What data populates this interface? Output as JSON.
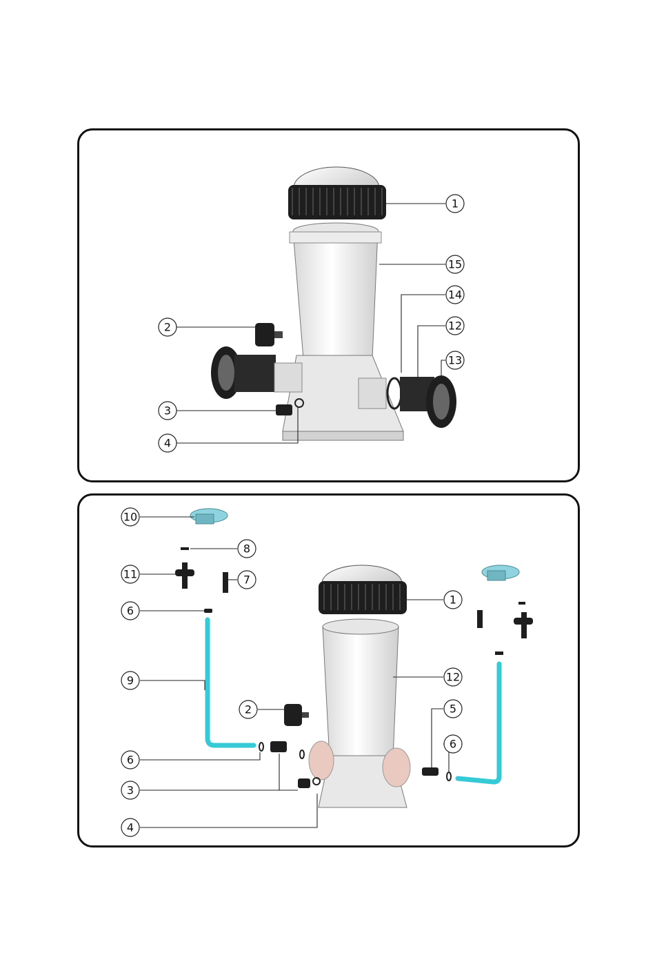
{
  "colors": {
    "panel_border": "#111111",
    "body_white": "#eeeeee",
    "cap_black": "#1e1e1e",
    "tube_cyan": "#36c9d6",
    "clamp_cyan": "#8fd3df",
    "port_pink": "#e9c9c0"
  },
  "top_panel": {
    "callouts": [
      {
        "id": "t1",
        "number": "1"
      },
      {
        "id": "t15",
        "number": "15"
      },
      {
        "id": "t14",
        "number": "14"
      },
      {
        "id": "t12",
        "number": "12"
      },
      {
        "id": "t13",
        "number": "13"
      },
      {
        "id": "t2",
        "number": "2"
      },
      {
        "id": "t3",
        "number": "3"
      },
      {
        "id": "t4",
        "number": "4"
      }
    ]
  },
  "bottom_panel": {
    "callouts": [
      {
        "id": "b10",
        "number": "10"
      },
      {
        "id": "b8",
        "number": "8"
      },
      {
        "id": "b11",
        "number": "11"
      },
      {
        "id": "b7",
        "number": "7"
      },
      {
        "id": "b6a",
        "number": "6"
      },
      {
        "id": "b9",
        "number": "9"
      },
      {
        "id": "b2",
        "number": "2"
      },
      {
        "id": "b6b",
        "number": "6"
      },
      {
        "id": "b3",
        "number": "3"
      },
      {
        "id": "b4",
        "number": "4"
      },
      {
        "id": "b1",
        "number": "1"
      },
      {
        "id": "b12",
        "number": "12"
      },
      {
        "id": "b5",
        "number": "5"
      },
      {
        "id": "b6c",
        "number": "6"
      }
    ]
  }
}
